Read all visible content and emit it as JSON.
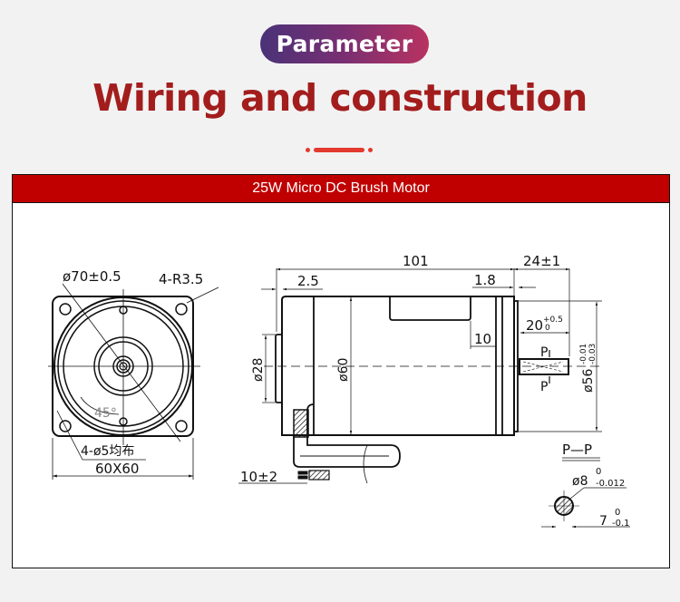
{
  "header": {
    "badge_label": "Parameter",
    "title": "Wiring and construction"
  },
  "panel": {
    "title": "25W Micro DC Brush Motor"
  },
  "drawing": {
    "front_view": {
      "flange_diameter": "ø70±0.5",
      "corner_radius": "4-R3.5",
      "angle": "45°",
      "holes": "4-ø5均布",
      "size": "60X60"
    },
    "side_view": {
      "total_length": "101",
      "shaft_length": "24±1",
      "rear_step": "2.5",
      "front_step": "1.8",
      "key_length": "20",
      "key_tol_upper": "+0.5",
      "key_tol_lower": "0",
      "key_offset": "10",
      "rear_boss_diameter": "ø28",
      "body_diameter": "ø60",
      "pilot_diameter": "ø56",
      "pilot_tol_upper": "-0.01",
      "pilot_tol_lower": "-0.03",
      "section_mark_top": "P",
      "section_mark_bottom": "P",
      "lead_length": "10±2"
    },
    "section_view": {
      "label": "P—P",
      "shaft_diameter": "ø8",
      "shaft_tol_upper": "0",
      "shaft_tol_lower": "-0.012",
      "flat": "7",
      "flat_tol_upper": "0",
      "flat_tol_lower": "-0.1"
    }
  },
  "colors": {
    "title_red": "#a31d1d",
    "header_red": "#c00000",
    "accent": "#e23a2e",
    "badge_gradient_start": "#4a3278",
    "badge_gradient_end": "#b83360"
  }
}
